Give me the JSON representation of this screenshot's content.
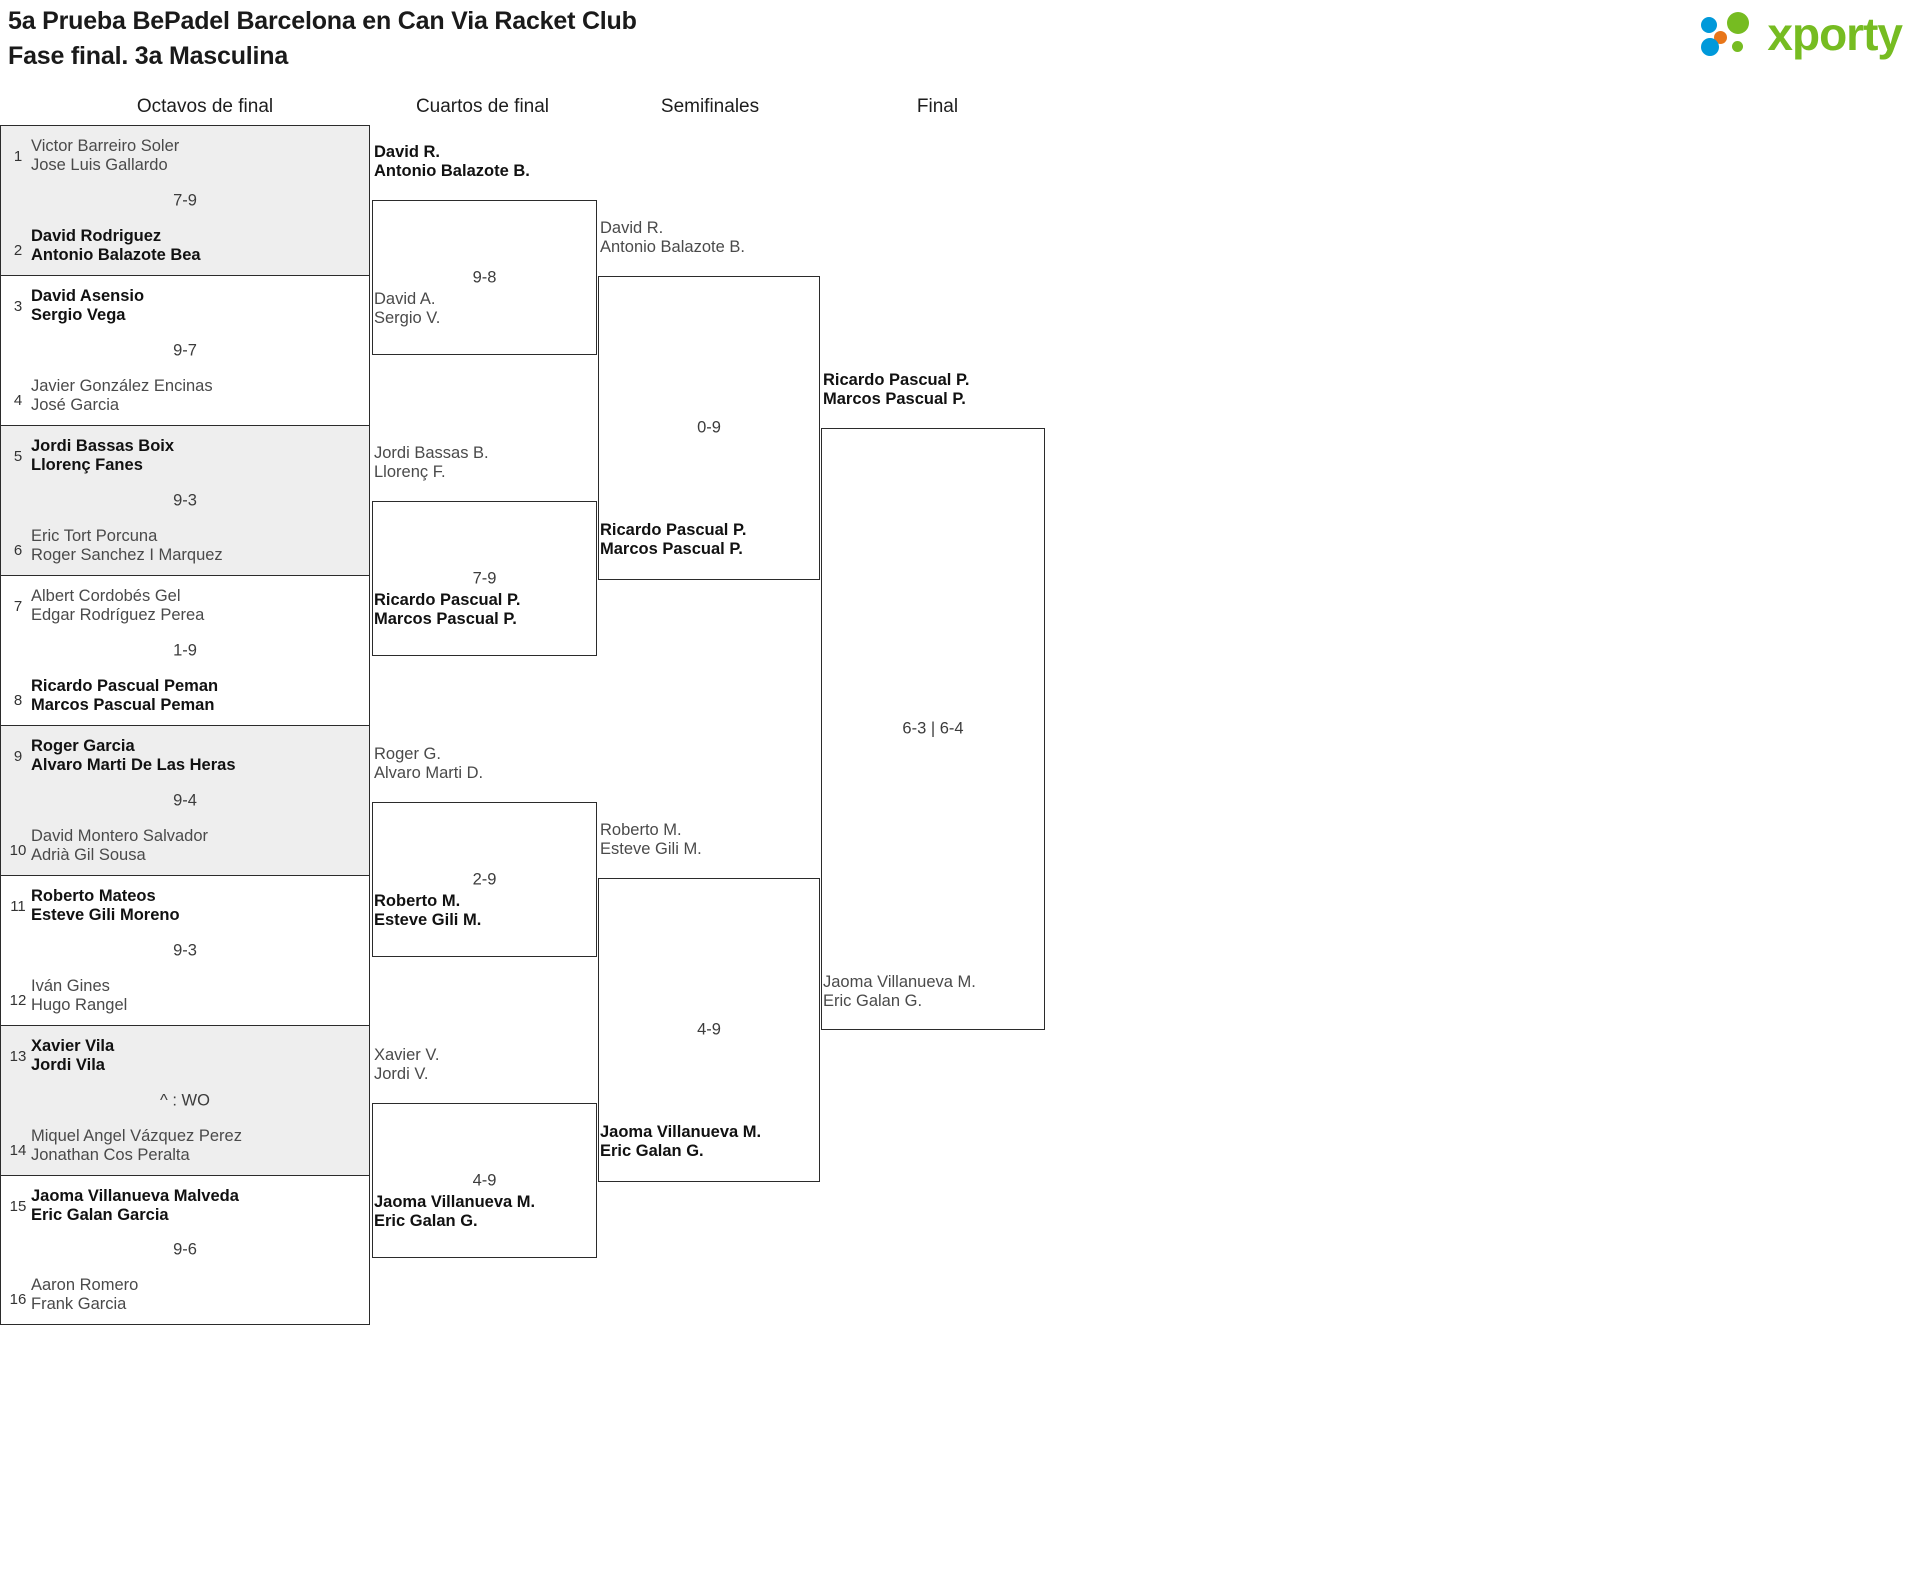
{
  "header": {
    "title_line1": "5a Prueba BePadel Barcelona en Can Via Racket Club",
    "title_line2": "Fase final. 3a Masculina",
    "logo_text": "xporty",
    "logo_colors": {
      "green": "#76bc21",
      "blue": "#0099da",
      "orange": "#e8761a"
    }
  },
  "rounds": [
    {
      "label": "Octavos de final"
    },
    {
      "label": "Cuartos de final"
    },
    {
      "label": "Semifinales"
    },
    {
      "label": "Final"
    }
  ],
  "round1": [
    {
      "seed_top": "1",
      "top_p1": "Victor Barreiro Soler",
      "top_p2": "Jose Luis Gallardo",
      "top_win": false,
      "seed_bot": "2",
      "bot_p1": "David Rodriguez",
      "bot_p2": "Antonio Balazote Bea",
      "bot_win": true,
      "score": "7-9",
      "shaded": true
    },
    {
      "seed_top": "3",
      "top_p1": "David Asensio",
      "top_p2": "Sergio Vega",
      "top_win": true,
      "seed_bot": "4",
      "bot_p1": "Javier González Encinas",
      "bot_p2": "José Garcia",
      "bot_win": false,
      "score": "9-7",
      "shaded": false
    },
    {
      "seed_top": "5",
      "top_p1": "Jordi Bassas Boix",
      "top_p2": "Llorenç Fanes",
      "top_win": true,
      "seed_bot": "6",
      "bot_p1": "Eric Tort Porcuna",
      "bot_p2": "Roger Sanchez I Marquez",
      "bot_win": false,
      "score": "9-3",
      "shaded": true
    },
    {
      "seed_top": "7",
      "top_p1": "Albert Cordobés Gel",
      "top_p2": "Edgar Rodríguez Perea",
      "top_win": false,
      "seed_bot": "8",
      "bot_p1": "Ricardo Pascual Peman",
      "bot_p2": "Marcos Pascual Peman",
      "bot_win": true,
      "score": "1-9",
      "shaded": false
    },
    {
      "seed_top": "9",
      "top_p1": "Roger Garcia",
      "top_p2": "Alvaro Marti De Las Heras",
      "top_win": true,
      "seed_bot": "10",
      "bot_p1": "David Montero Salvador",
      "bot_p2": "Adrià Gil Sousa",
      "bot_win": false,
      "score": "9-4",
      "shaded": true
    },
    {
      "seed_top": "11",
      "top_p1": "Roberto Mateos",
      "top_p2": "Esteve Gili Moreno",
      "top_win": true,
      "seed_bot": "12",
      "bot_p1": "Iván Gines",
      "bot_p2": "Hugo Rangel",
      "bot_win": false,
      "score": "9-3",
      "shaded": false
    },
    {
      "seed_top": "13",
      "top_p1": "Xavier Vila",
      "top_p2": "Jordi Vila",
      "top_win": true,
      "seed_bot": "14",
      "bot_p1": "Miquel Angel Vázquez Perez",
      "bot_p2": "Jonathan Cos Peralta",
      "bot_win": false,
      "score": "^ : WO",
      "shaded": true
    },
    {
      "seed_top": "15",
      "top_p1": "Jaoma Villanueva Malveda",
      "top_p2": "Eric Galan Garcia",
      "top_win": true,
      "seed_bot": "16",
      "bot_p1": "Aaron Romero",
      "bot_p2": "Frank Garcia",
      "bot_win": false,
      "score": "9-6",
      "shaded": false
    }
  ],
  "round2": [
    {
      "top_p1": "David R.",
      "top_p2": "Antonio Balazote B.",
      "top_win": true,
      "bot_p1": "David A.",
      "bot_p2": "Sergio V.",
      "bot_win": false,
      "score": "9-8"
    },
    {
      "top_p1": "Jordi Bassas B.",
      "top_p2": "Llorenç F.",
      "top_win": false,
      "bot_p1": "Ricardo Pascual P.",
      "bot_p2": "Marcos Pascual P.",
      "bot_win": true,
      "score": "7-9"
    },
    {
      "top_p1": "Roger G.",
      "top_p2": "Alvaro Marti D.",
      "top_win": false,
      "bot_p1": "Roberto M.",
      "bot_p2": "Esteve Gili M.",
      "bot_win": true,
      "score": "2-9"
    },
    {
      "top_p1": "Xavier V.",
      "top_p2": "Jordi V.",
      "top_win": false,
      "bot_p1": "Jaoma Villanueva M.",
      "bot_p2": "Eric Galan G.",
      "bot_win": true,
      "score": "4-9"
    }
  ],
  "round3": [
    {
      "top_p1": "David R.",
      "top_p2": "Antonio Balazote B.",
      "top_win": false,
      "bot_p1": "Ricardo Pascual P.",
      "bot_p2": "Marcos Pascual P.",
      "bot_win": true,
      "score": "0-9"
    },
    {
      "top_p1": "Roberto M.",
      "top_p2": "Esteve Gili M.",
      "top_win": false,
      "bot_p1": "Jaoma Villanueva M.",
      "bot_p2": "Eric Galan G.",
      "bot_win": true,
      "score": "4-9"
    }
  ],
  "round4": [
    {
      "top_p1": "Ricardo Pascual P.",
      "top_p2": "Marcos Pascual P.",
      "top_win": true,
      "bot_p1": "Jaoma Villanueva M.",
      "bot_p2": "Eric Galan G.",
      "bot_win": false,
      "score": "6-3 | 6-4"
    }
  ]
}
